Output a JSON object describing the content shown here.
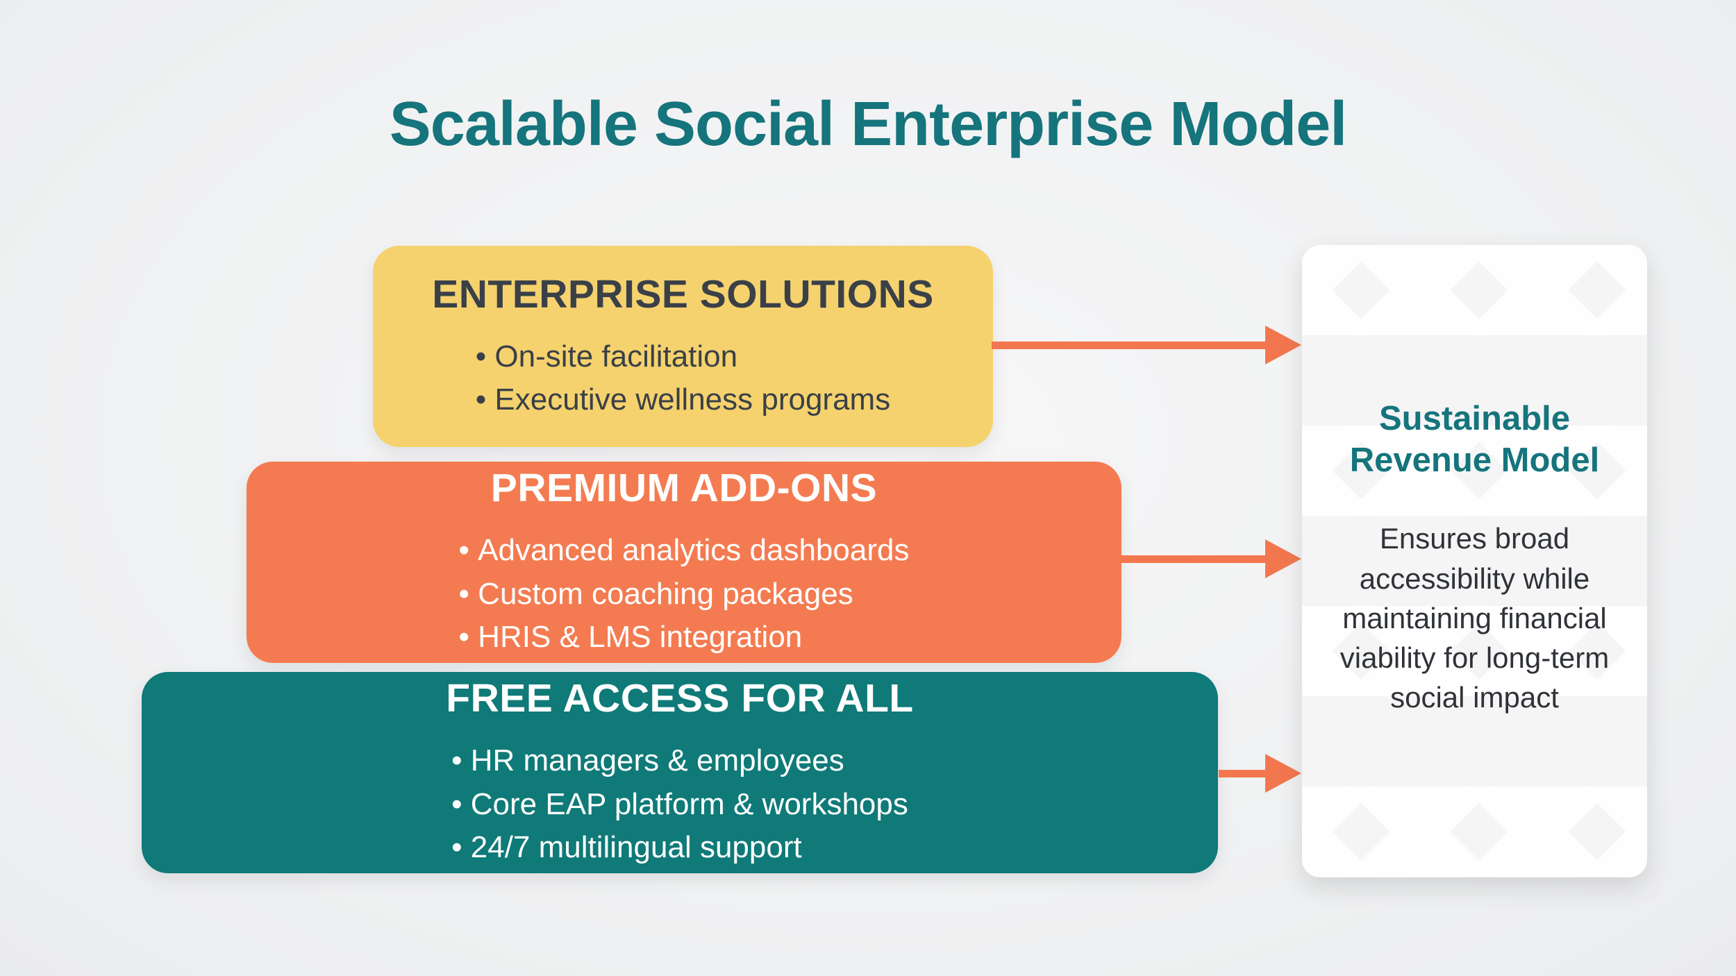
{
  "title": "Scalable Social Enterprise Model",
  "colors": {
    "background": "#f0f0f2",
    "title_text": "#15747c",
    "arrow": "#f3774e",
    "tier_enterprise_bg": "#f5d26e",
    "tier_premium_bg": "#f47b51",
    "tier_free_bg": "#0f7a78",
    "tier_dark_text": "#3a4047",
    "tier_light_text": "#ffffff",
    "card_title_text": "#15747c",
    "card_body_text": "#2f3338"
  },
  "tiers": [
    {
      "title": "ENTERPRISE SOLUTIONS",
      "bullets": [
        "On-site facilitation",
        "Executive wellness programs"
      ]
    },
    {
      "title": "PREMIUM ADD-ONS",
      "bullets": [
        "Advanced analytics dashboards",
        "Custom coaching packages",
        "HRIS & LMS integration"
      ]
    },
    {
      "title": "FREE ACCESS FOR ALL",
      "bullets": [
        "HR managers & employees",
        "Core EAP platform & workshops",
        "24/7 multilingual support"
      ]
    }
  ],
  "card": {
    "title": "Sustainable Revenue Model",
    "body": "Ensures broad accessibility while maintaining financial viability for long-term social impact"
  }
}
